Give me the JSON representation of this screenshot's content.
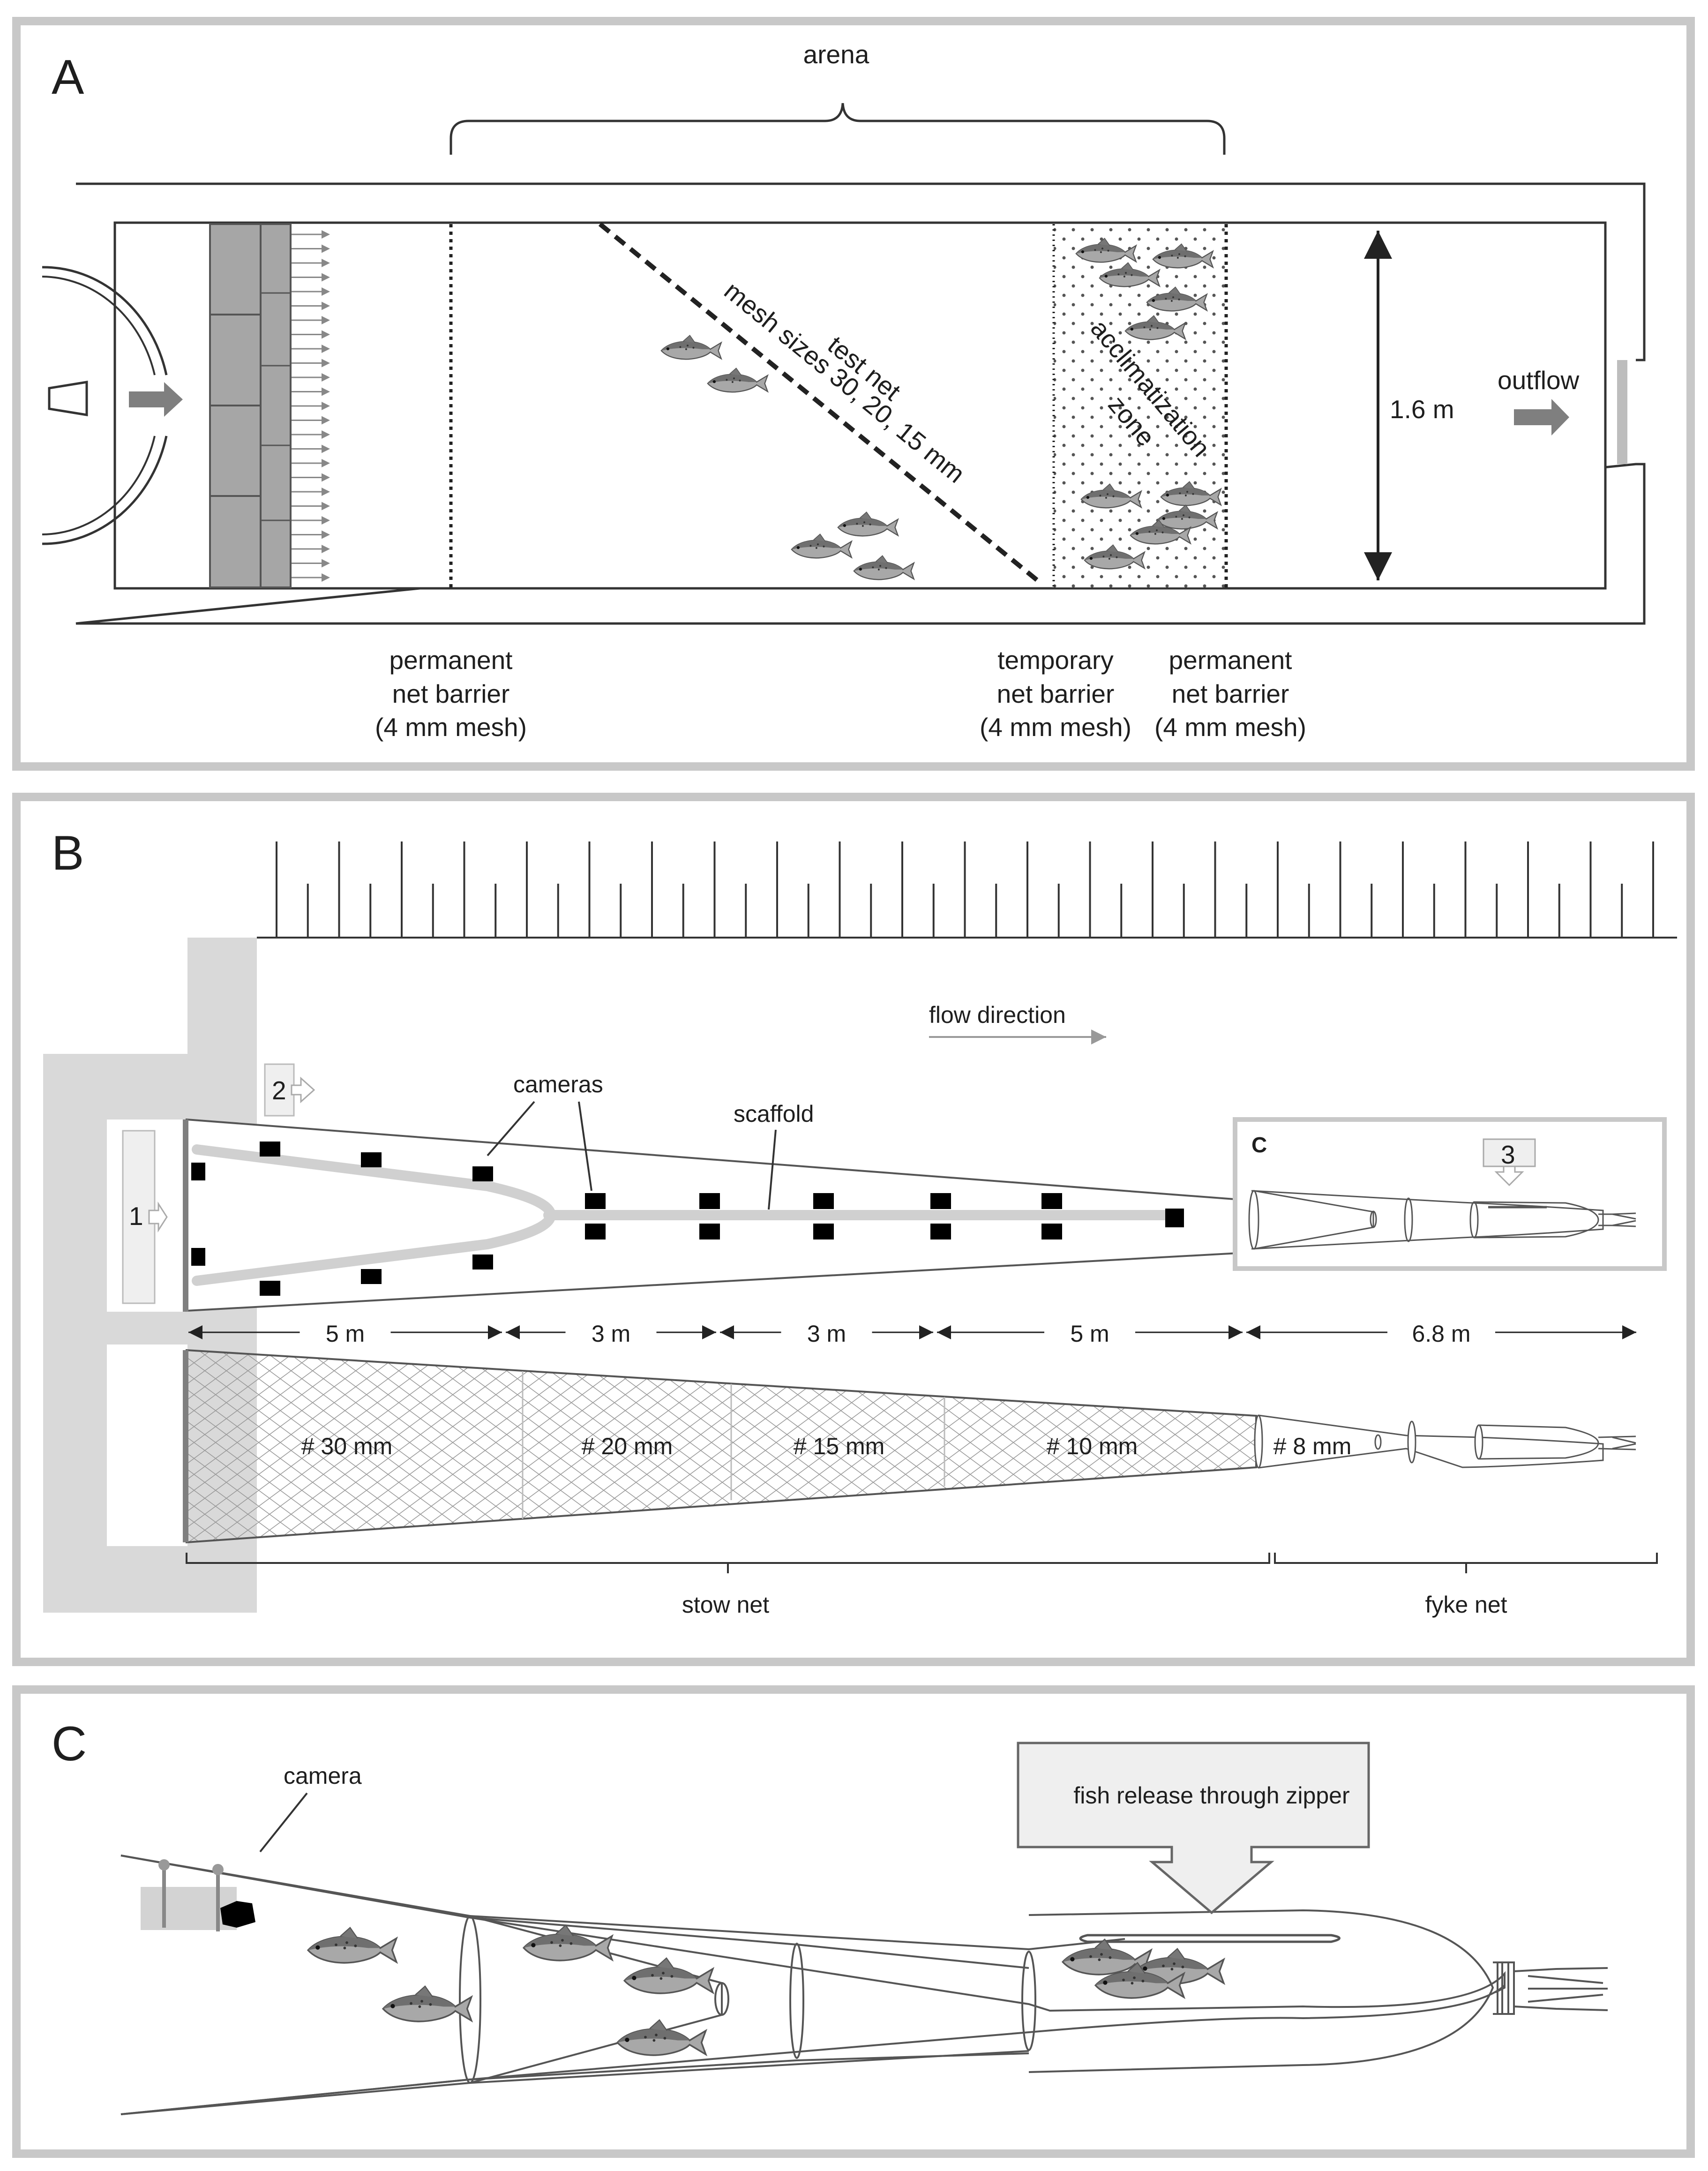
{
  "panels": {
    "a": {
      "letter": "A",
      "arena_label": "arena",
      "test_net_label": "test net",
      "mesh_sizes_label": "mesh sizes 30, 20, 15 mm",
      "acclimatization_line1": "acclimatization",
      "acclimatization_line2": "zone",
      "width_label": "1.6 m",
      "outflow_label": "outflow",
      "barrier_left": [
        "permanent",
        "net barrier",
        "(4 mm mesh)"
      ],
      "barrier_temp": [
        "temporary",
        "net barrier",
        "(4 mm mesh)"
      ],
      "barrier_right": [
        "permanent",
        "net barrier",
        "(4 mm mesh)"
      ]
    },
    "b": {
      "letter": "B",
      "flow_direction_label": "flow direction",
      "cameras_label": "cameras",
      "scaffold_label": "scaffold",
      "inset_letter": "C",
      "markers": [
        "1",
        "2",
        "3"
      ],
      "segments": [
        "5 m",
        "3 m",
        "3 m",
        "5 m",
        "6.8 m"
      ],
      "mesh_labels": [
        "# 30 mm",
        "# 20 mm",
        "# 15 mm",
        "# 10 mm",
        "# 8 mm"
      ],
      "stow_net_label": "stow net",
      "fyke_net_label": "fyke net"
    },
    "c": {
      "letter": "C",
      "camera_label": "camera",
      "release_label": "fish release through zipper"
    }
  },
  "colors": {
    "panel_border": "#c8c8c8",
    "wall": "#d9d9d9",
    "dark_grey": "#7f7f7f",
    "line": "#333333"
  },
  "icons": [
    "fish-icon",
    "camera-icon",
    "arrow-icon",
    "ruler-icon"
  ]
}
